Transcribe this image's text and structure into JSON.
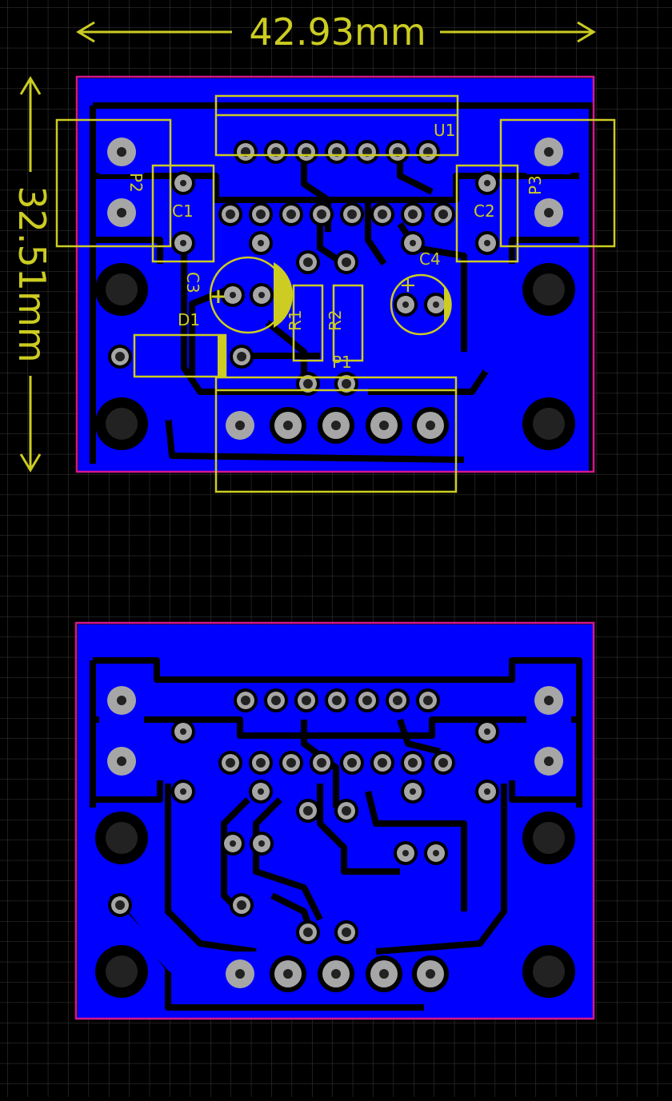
{
  "dimensions": {
    "width_label": "42.93mm",
    "height_label": "32.51mm"
  },
  "components": {
    "u1": "U1",
    "c1": "C1",
    "c2": "C2",
    "c3": "C3",
    "c4": "C4",
    "d1": "D1",
    "r1": "R1",
    "r2": "R2",
    "p1": "P1",
    "p2": "P2",
    "p3": "P3",
    "c3_polarity": "+",
    "c4_polarity": "+"
  },
  "colors": {
    "background": "#000000",
    "grid": "#3a3a3a",
    "copper": "#0000ff",
    "silkscreen": "#cccc22",
    "board_outline": "#d4178f",
    "pad": "#a6a6a6",
    "hole": "#222222",
    "clearance": "#000000"
  }
}
